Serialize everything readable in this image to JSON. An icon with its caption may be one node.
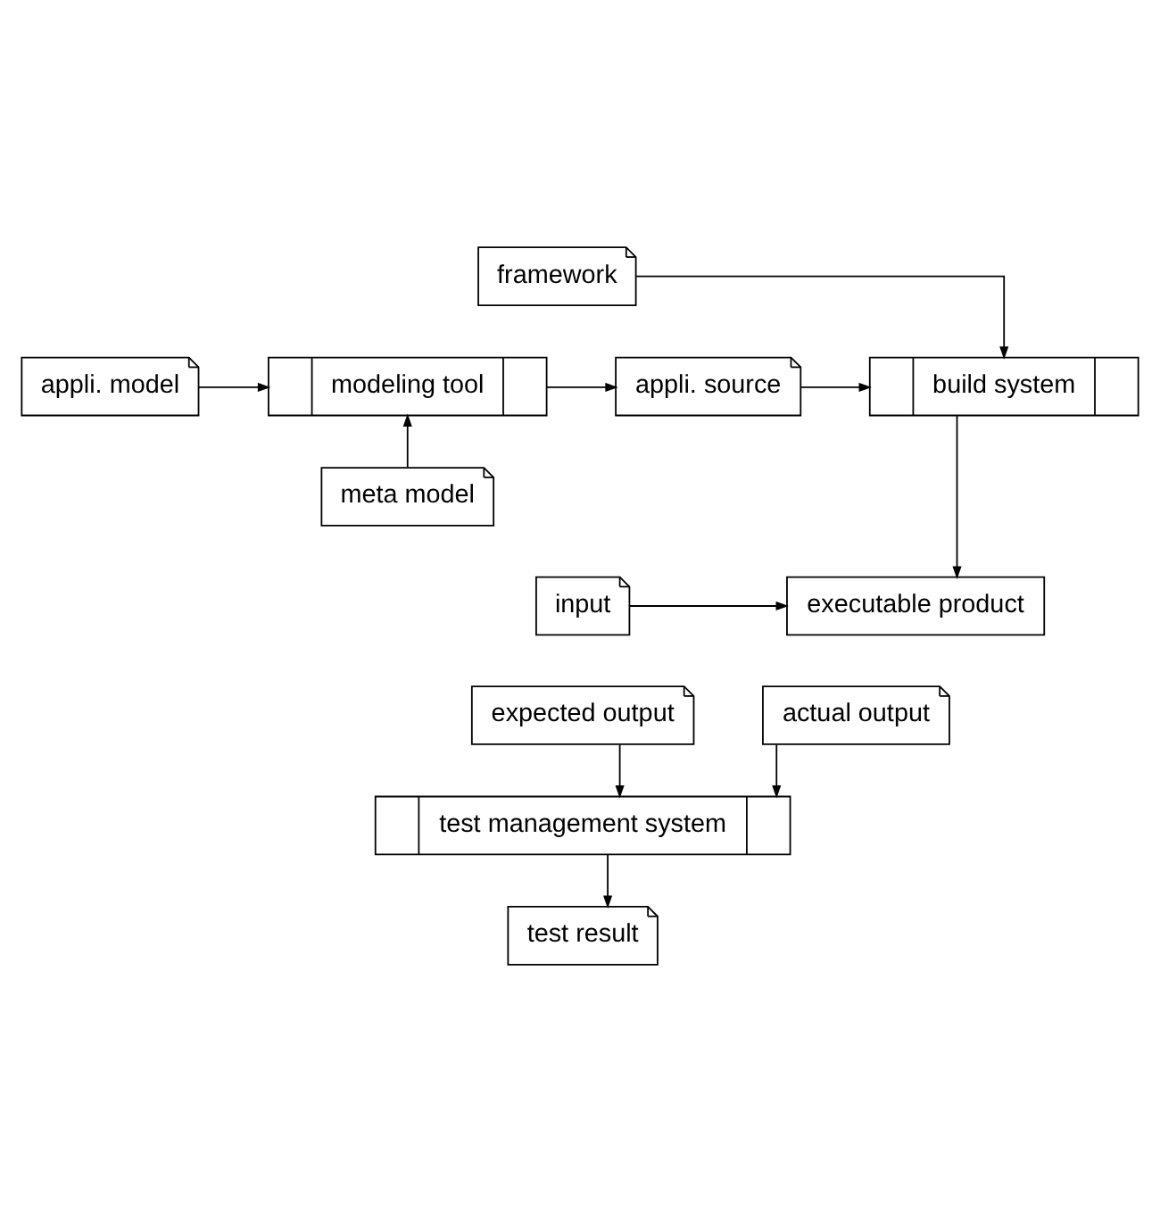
{
  "diagram": {
    "nodes": [
      {
        "text": [
          "framework"
        ]
      },
      {
        "text": [
          "appli. model"
        ]
      },
      {
        "text": [
          "modeling tool"
        ]
      },
      {
        "text": [
          "appli. source"
        ]
      },
      {
        "text": [
          "build system"
        ]
      },
      {
        "text": [
          "meta model"
        ]
      },
      {
        "text": [
          "input"
        ]
      },
      {
        "text": [
          "executable product"
        ]
      },
      {
        "text": [
          "expected output"
        ]
      },
      {
        "text": [
          "actual output"
        ]
      },
      {
        "text": [
          "test management system"
        ]
      },
      {
        "text": [
          "test result"
        ]
      }
    ],
    "edges": [
      {
        "from": 0,
        "to": 4,
        "arrow": "to"
      },
      {
        "from": 1,
        "to": 2,
        "arrow": "to"
      },
      {
        "from": 2,
        "to": 3,
        "arrow": "to"
      },
      {
        "from": 3,
        "to": 4,
        "arrow": "to"
      },
      {
        "from": 5,
        "to": 2,
        "arrow": "to"
      },
      {
        "from": 4,
        "to": 7,
        "arrow": "to"
      },
      {
        "from": 6,
        "to": 7,
        "arrow": "to"
      },
      {
        "from": 8,
        "to": 10,
        "arrow": "to"
      },
      {
        "from": 9,
        "to": 10,
        "arrow": "to"
      },
      {
        "from": 10,
        "to": 11,
        "arrow": "to"
      }
    ]
  }
}
